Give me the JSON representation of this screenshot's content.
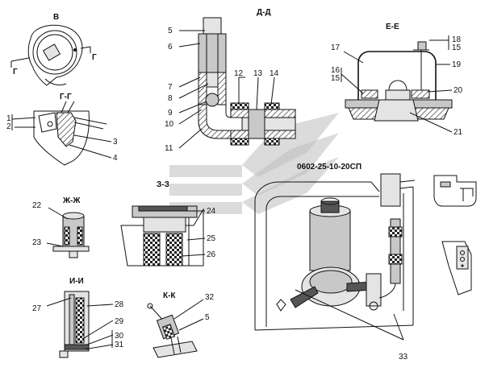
{
  "sheet": {
    "drawing_code": "0602-25-10-20СП"
  },
  "views": {
    "B": "В",
    "G_mark_left": "Г",
    "G_mark_right": "Г",
    "GG": "Г-Г",
    "DD": "Д-Д",
    "EE": "Е-Е",
    "ZhZh": "Ж-Ж",
    "ZZ": "З-З",
    "II": "И-И",
    "KK": "К-К"
  },
  "callouts": {
    "n1": "1",
    "n2": "2",
    "n3": "3",
    "n4": "4",
    "n5": "5",
    "n6": "6",
    "n7": "7",
    "n8": "8",
    "n9": "9",
    "n10": "10",
    "n11": "11",
    "n12": "12",
    "n13": "13",
    "n14": "14",
    "n15a": "15",
    "n15b": "15",
    "n16": "16",
    "n17": "17",
    "n18": "18",
    "n19": "19",
    "n20": "20",
    "n21": "21",
    "n22": "22",
    "n23": "23",
    "n24": "24",
    "n25": "25",
    "n26": "26",
    "n27": "27",
    "n28": "28",
    "n29": "29",
    "n30": "30",
    "n31": "31",
    "n32": "32",
    "n5b": "5",
    "n33": "33"
  }
}
